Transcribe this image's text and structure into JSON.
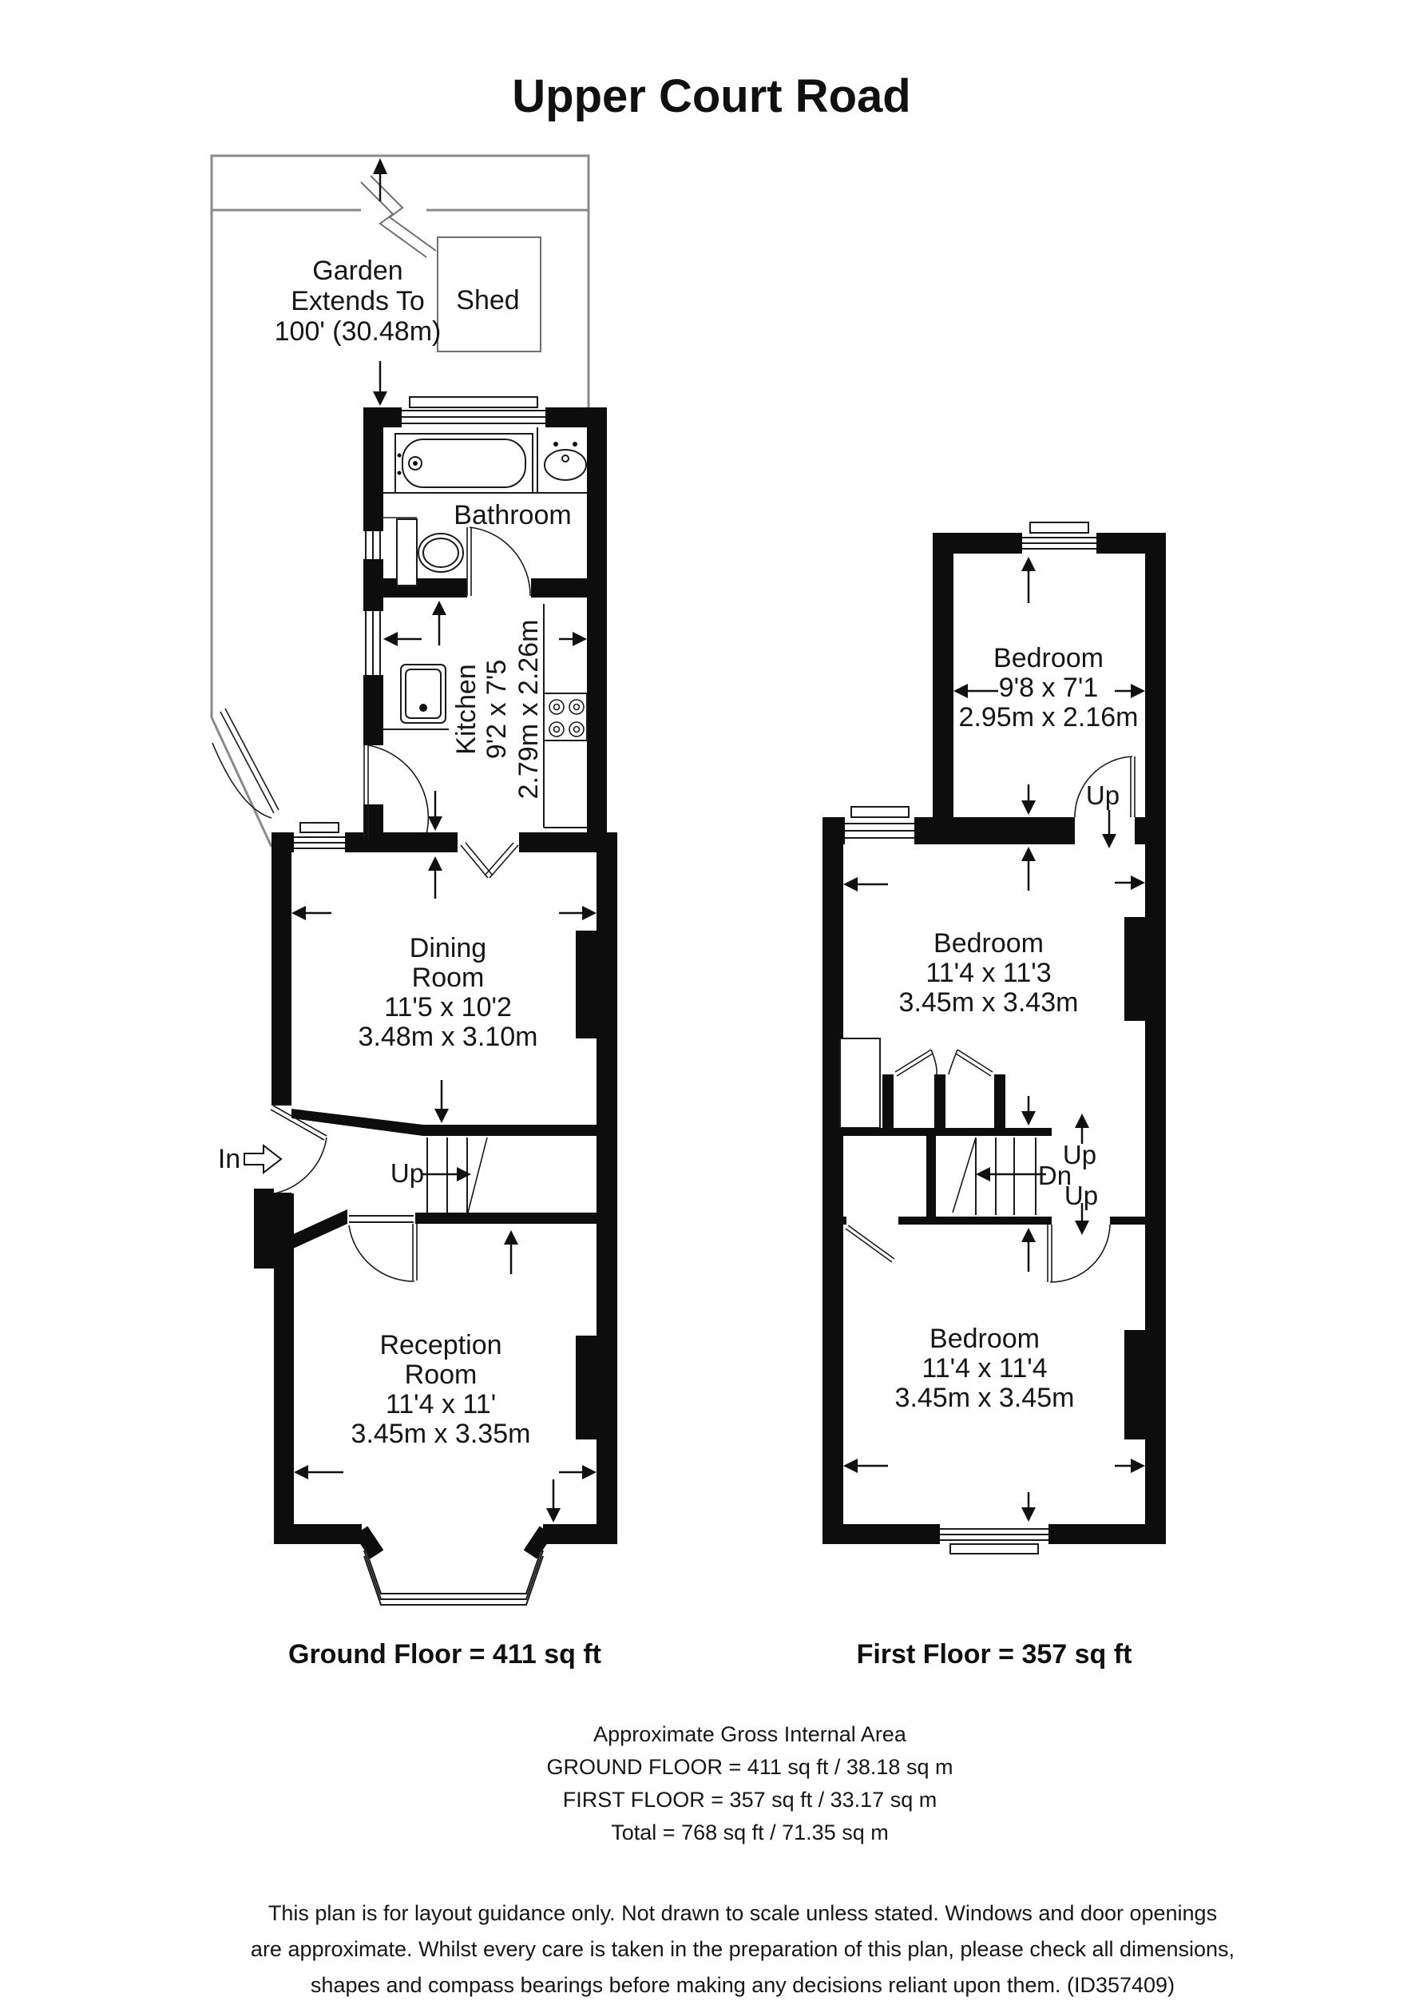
{
  "title": "Upper Court Road",
  "ground_floor": {
    "garden": {
      "line1": "Garden",
      "line2": "Extends To",
      "line3": "100' (30.48m)",
      "shed": "Shed"
    },
    "bathroom": {
      "name": "Bathroom"
    },
    "kitchen": {
      "name": "Kitchen",
      "dims_ft": "9'2 x 7'5",
      "dims_m": "2.79m x 2.26m"
    },
    "dining": {
      "name1": "Dining",
      "name2": "Room",
      "dims_ft": "11'5 x 10'2",
      "dims_m": "3.48m x 3.10m"
    },
    "reception": {
      "name1": "Reception",
      "name2": "Room",
      "dims_ft": "11'4 x 11'",
      "dims_m": "3.45m x 3.35m"
    },
    "entrance": "In",
    "stairs_up": "Up",
    "floor_label": "Ground Floor = 411 sq ft"
  },
  "first_floor": {
    "bedroom_rear": {
      "name": "Bedroom",
      "dims_ft": "9'8 x 7'1",
      "dims_m": "2.95m x 2.16m",
      "stairs_up": "Up"
    },
    "bedroom_middle": {
      "name": "Bedroom",
      "dims_ft": "11'4 x 11'3",
      "dims_m": "3.45m x 3.43m"
    },
    "bedroom_front": {
      "name": "Bedroom",
      "dims_ft": "11'4 x 11'4",
      "dims_m": "3.45m x 3.45m"
    },
    "landing": {
      "up1": "Up",
      "down": "Dn",
      "up2": "Up"
    },
    "floor_label": "First Floor = 357 sq ft"
  },
  "summary": {
    "line1": "Approximate Gross Internal Area",
    "line2": "GROUND FLOOR = 411 sq ft / 38.18 sq m",
    "line3": "FIRST FLOOR = 357 sq ft / 33.17 sq m",
    "line4": "Total = 768 sq ft / 71.35 sq m"
  },
  "disclaimer": {
    "line1": "This plan is for layout guidance only. Not drawn to scale unless stated. Windows and door openings",
    "line2": "are approximate. Whilst every care is taken in the preparation of this plan, please check all dimensions,",
    "line3": "shapes and compass bearings before making any decisions reliant upon them. (ID357409)"
  }
}
